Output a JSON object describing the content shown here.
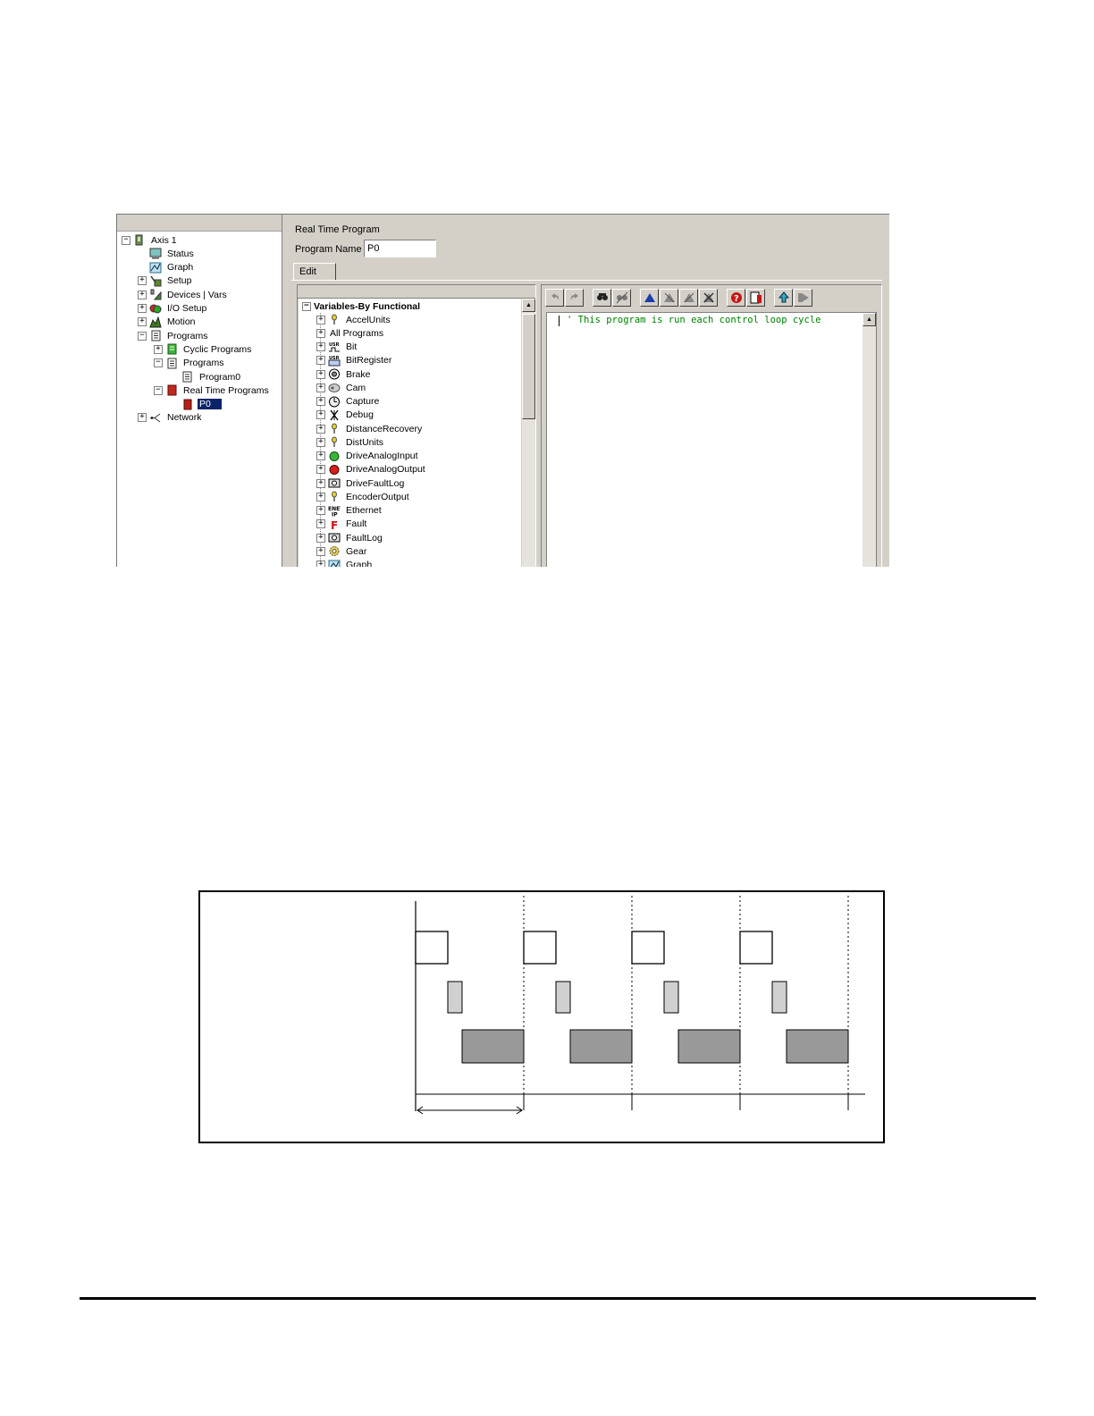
{
  "tree": {
    "items": [
      {
        "label": "Axis 1",
        "level": 0,
        "expander": "minus",
        "icon": "axis-icon"
      },
      {
        "label": "Status",
        "level": 1,
        "expander": "none",
        "icon": "status-icon"
      },
      {
        "label": "Graph",
        "level": 1,
        "expander": "none",
        "icon": "graph-icon"
      },
      {
        "label": "Setup",
        "level": 1,
        "expander": "plus",
        "icon": "setup-icon"
      },
      {
        "label": "Devices | Vars",
        "level": 1,
        "expander": "plus",
        "icon": "devices-icon"
      },
      {
        "label": "I/O Setup",
        "level": 1,
        "expander": "plus",
        "icon": "io-setup-icon"
      },
      {
        "label": "Motion",
        "level": 1,
        "expander": "plus",
        "icon": "motion-icon"
      },
      {
        "label": "Programs",
        "level": 1,
        "expander": "minus",
        "icon": "programs-icon"
      },
      {
        "label": "Cyclic Programs",
        "level": 2,
        "expander": "plus",
        "icon": "cyclic-programs-icon"
      },
      {
        "label": "Programs",
        "level": 2,
        "expander": "minus",
        "icon": "programs-icon"
      },
      {
        "label": "Program0",
        "level": 3,
        "expander": "none",
        "icon": "program-icon"
      },
      {
        "label": "Real Time Programs",
        "level": 2,
        "expander": "minus",
        "icon": "real-time-programs-icon"
      },
      {
        "label": "P0",
        "level": 3,
        "expander": "none",
        "icon": "real-time-program-icon",
        "selected": true
      },
      {
        "label": "Network",
        "level": 1,
        "expander": "plus",
        "icon": "network-icon"
      }
    ]
  },
  "editor": {
    "title": "Real Time Program",
    "program_name_label": "Program Name",
    "program_name_value": "P0",
    "tab_label": "Edit",
    "code_line": "' This program is run each control loop cycle"
  },
  "variables": {
    "root_label": "Variables-By Functional",
    "items": [
      {
        "label": "AccelUnits",
        "icon": "accel-units-icon"
      },
      {
        "label": "All Programs",
        "icon": "none"
      },
      {
        "label": "Bit",
        "icon": "bit-icon"
      },
      {
        "label": "BitRegister",
        "icon": "bit-register-icon"
      },
      {
        "label": "Brake",
        "icon": "brake-icon"
      },
      {
        "label": "Cam",
        "icon": "cam-icon"
      },
      {
        "label": "Capture",
        "icon": "capture-icon"
      },
      {
        "label": "Debug",
        "icon": "debug-icon"
      },
      {
        "label": "DistanceRecovery",
        "icon": "distance-recovery-icon"
      },
      {
        "label": "DistUnits",
        "icon": "dist-units-icon"
      },
      {
        "label": "DriveAnalogInput",
        "icon": "drive-analog-input-icon"
      },
      {
        "label": "DriveAnalogOutput",
        "icon": "drive-analog-output-icon"
      },
      {
        "label": "DriveFaultLog",
        "icon": "drive-fault-log-icon"
      },
      {
        "label": "EncoderOutput",
        "icon": "encoder-output-icon"
      },
      {
        "label": "Ethernet",
        "icon": "ethernet-icon"
      },
      {
        "label": "Fault",
        "icon": "fault-icon"
      },
      {
        "label": "FaultLog",
        "icon": "fault-log-icon"
      },
      {
        "label": "Gear",
        "icon": "gear-icon"
      },
      {
        "label": "Graph",
        "icon": "graph-icon"
      }
    ]
  },
  "toolbar": {
    "buttons": [
      "undo-icon",
      "redo-icon",
      "find-icon",
      "replace-icon",
      "bookmark-toggle-icon",
      "bookmark-next-icon",
      "bookmark-prev-icon",
      "bookmark-clear-icon",
      "help-icon",
      "properties-icon",
      "upload-icon",
      "run-icon"
    ]
  },
  "colors": {
    "window_bg": "#d4d0c8",
    "selection": "#0a246a",
    "code_comment": "#008000",
    "timing_light": "#d0d0d0",
    "timing_dark": "#999999"
  },
  "timing": {
    "cycles": 4,
    "rows": [
      "white-block",
      "light-block",
      "dark-block"
    ]
  }
}
